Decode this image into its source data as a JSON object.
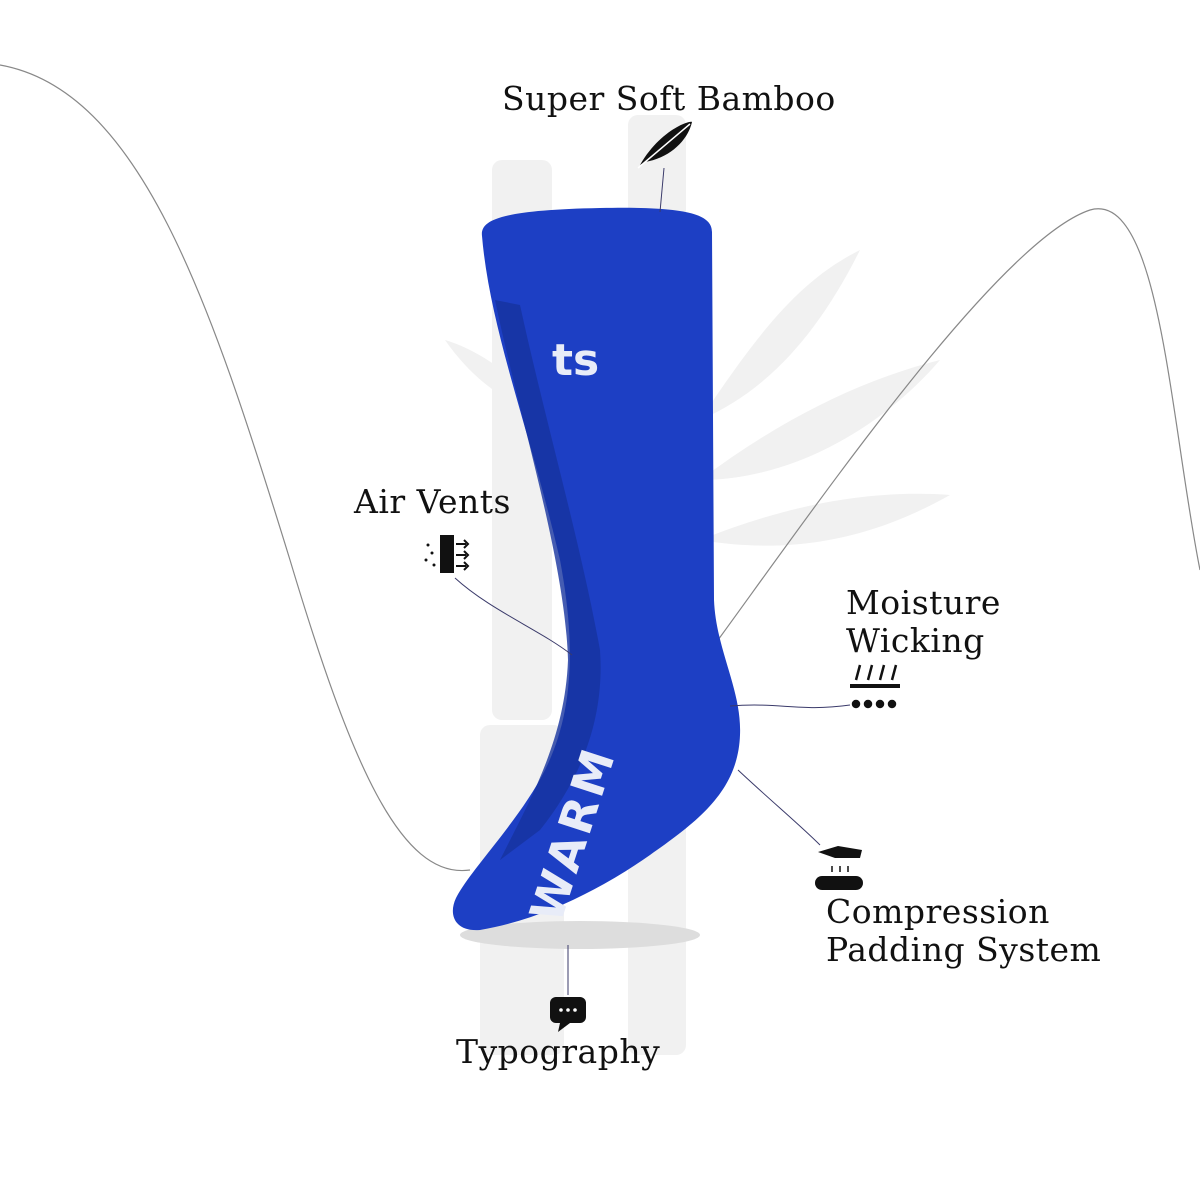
{
  "colors": {
    "sock": "#1d3fc4",
    "sock_dark": "#17339f",
    "text": "#111111",
    "watermark": "#f0f0f0"
  },
  "logo_text": "ts",
  "sole_text": "WARM",
  "features": [
    {
      "label": "Super Soft Bamboo",
      "icon": "feather-icon"
    },
    {
      "label": "Air Vents",
      "icon": "air-vent-icon"
    },
    {
      "label_lines": [
        "Moisture",
        "Wicking"
      ],
      "icon": "moisture-wicking-icon"
    },
    {
      "label_lines": [
        "Compression",
        "Padding System"
      ],
      "icon": "compression-padding-icon"
    },
    {
      "label": "Typography",
      "icon": "chat-bubble-icon"
    }
  ]
}
